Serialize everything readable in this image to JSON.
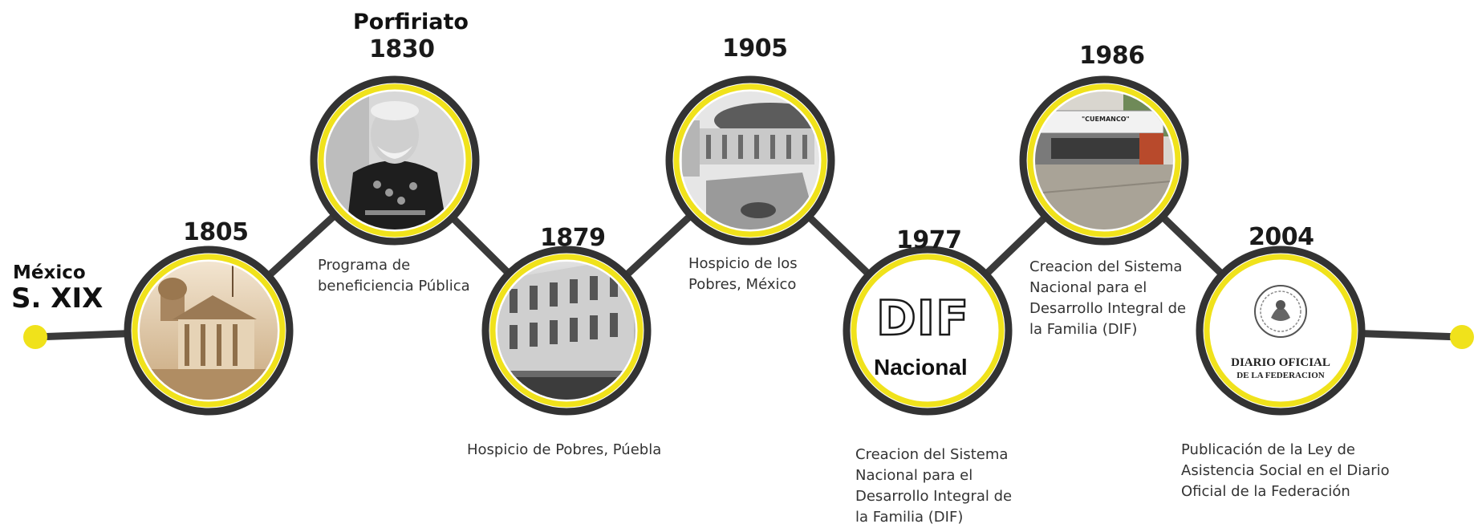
{
  "colors": {
    "ring": "#333333",
    "accent": "#f0e21b",
    "line": "#3a3a3a"
  },
  "intro": {
    "line1": "México",
    "line2": "S. XIX"
  },
  "events": [
    {
      "year": "1805",
      "caption": "",
      "image": "sepia-photo-domed-building"
    },
    {
      "era": "Porfiriato",
      "year": "1830",
      "caption": "Programa de beneficiencia Pública",
      "image": "portrait-photo-general"
    },
    {
      "year": "1879",
      "caption": "Hospicio de Pobres, Púebla",
      "image": "photo-building-street-crowd"
    },
    {
      "year": "1905",
      "caption": "Hospicio de los Pobres, México",
      "image": "photo-courtyard-building"
    },
    {
      "year": "1977",
      "caption": "Creacion del Sistema Nacional para el Desarrollo Integral de la Familia (DIF)",
      "logo_main": "DIF",
      "logo_sub": "Nacional"
    },
    {
      "year": "1986",
      "caption": "Creacion del Sistema Nacional para el Desarrollo Integral de la Familia (DIF)",
      "image": "photo-building-cuemanco",
      "sign": "\"CUEMANCO\""
    },
    {
      "year": "2004",
      "caption": "Publicación de la Ley de Asistencia Social en el Diario Oficial de la Federación",
      "logo_line1": "DIARIO OFICIAL",
      "logo_line2": "DE LA FEDERACION",
      "image": "seal-emblem"
    }
  ]
}
